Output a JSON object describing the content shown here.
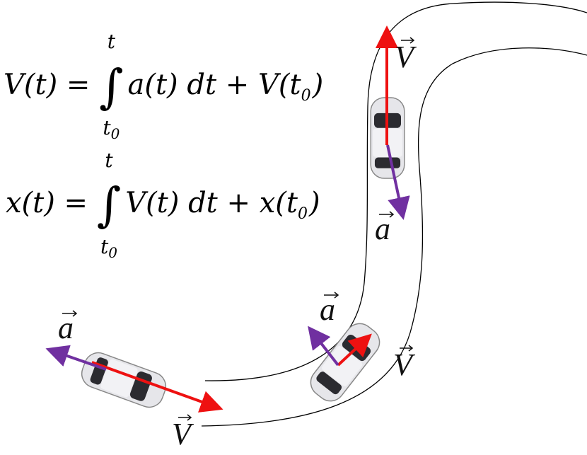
{
  "equations": {
    "velocity": {
      "lhs": "V(t) = ",
      "integral": "∫",
      "upper_limit": "t",
      "lower_limit": "t",
      "lower_sub": "0",
      "integrand": "a(t) dt + V(t",
      "tail_sub": "0",
      "tail_close": ")"
    },
    "position": {
      "lhs": "x(t) = ",
      "integral": "∫",
      "upper_limit": "t",
      "lower_limit": "t",
      "lower_sub": "0",
      "integrand": "V(t) dt + x(t",
      "tail_sub": "0",
      "tail_close": ")"
    }
  },
  "labels": {
    "car1_accel": "a",
    "car1_velocity": "V",
    "car2_accel": "a",
    "car2_velocity": "V",
    "car3_velocity": "V",
    "car3_accel": "a"
  },
  "colors": {
    "velocity": "#ee1111",
    "acceleration": "#7030a0",
    "road": "#000000",
    "car_body": "#e6e6ea"
  }
}
